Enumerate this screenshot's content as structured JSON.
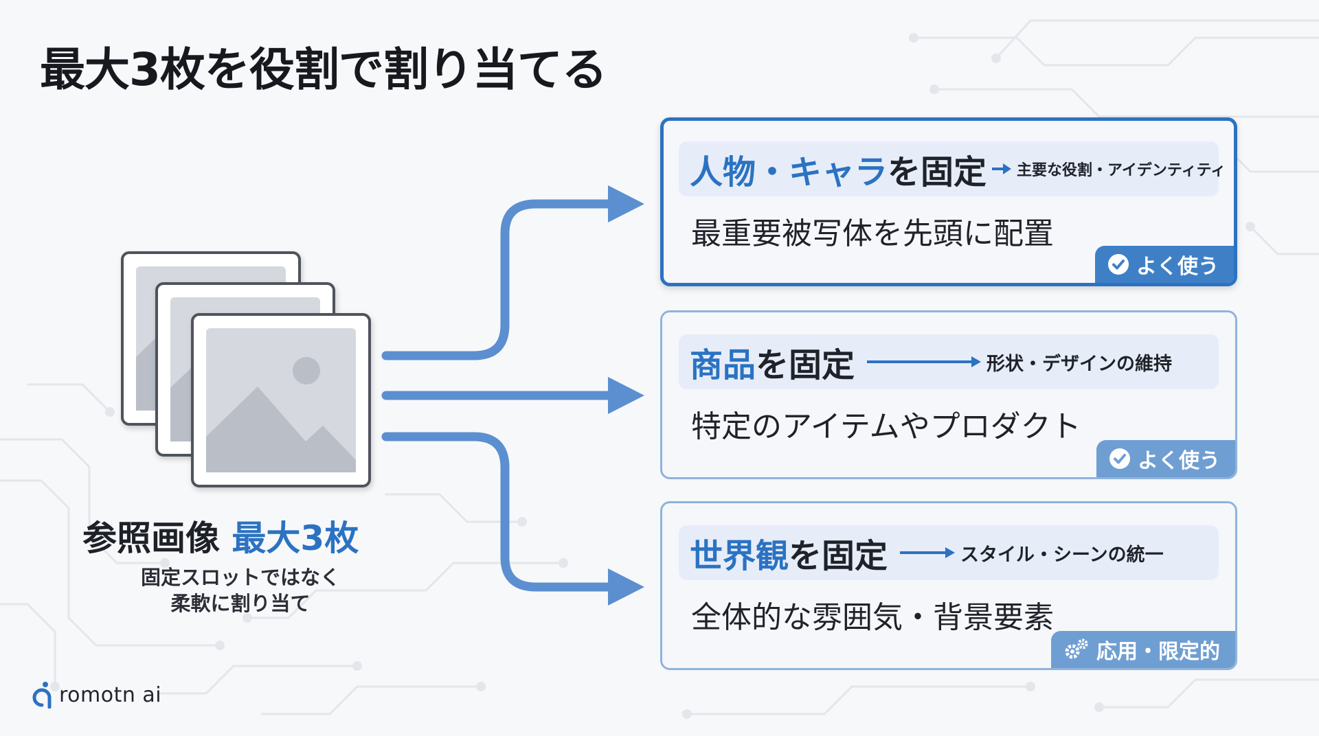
{
  "title": "最大3枚を役割で割り当てる",
  "reference": {
    "heading_main": "参照画像",
    "heading_accent": "最大3枚",
    "sub_line1": "固定スロットではなく",
    "sub_line2": "柔軟に割り当て"
  },
  "cards": [
    {
      "title_accent": "人物・キャラ",
      "title_rest": "を固定",
      "description": "主要な役割・アイデンティティ",
      "body": "最重要被写体を先頭に配置",
      "badge_label": "よく使う",
      "badge_icon": "check-circle-icon"
    },
    {
      "title_accent": "商品",
      "title_rest": "を固定",
      "description": "形状・デザインの維持",
      "body": "特定のアイテムやプロダクト",
      "badge_label": "よく使う",
      "badge_icon": "check-circle-icon"
    },
    {
      "title_accent": "世界観",
      "title_rest": "を固定",
      "description": "スタイル・シーンの統一",
      "body": "全体的な雰囲気・背景要素",
      "badge_label": "応用・限定的",
      "badge_icon": "gears-icon"
    }
  ],
  "logo": {
    "text": "romotn ai"
  },
  "colors": {
    "accent": "#2b72c2",
    "arrow": "#5b8fd0",
    "card_border": "#8fb3dc",
    "badge": "#3f7fc6"
  }
}
